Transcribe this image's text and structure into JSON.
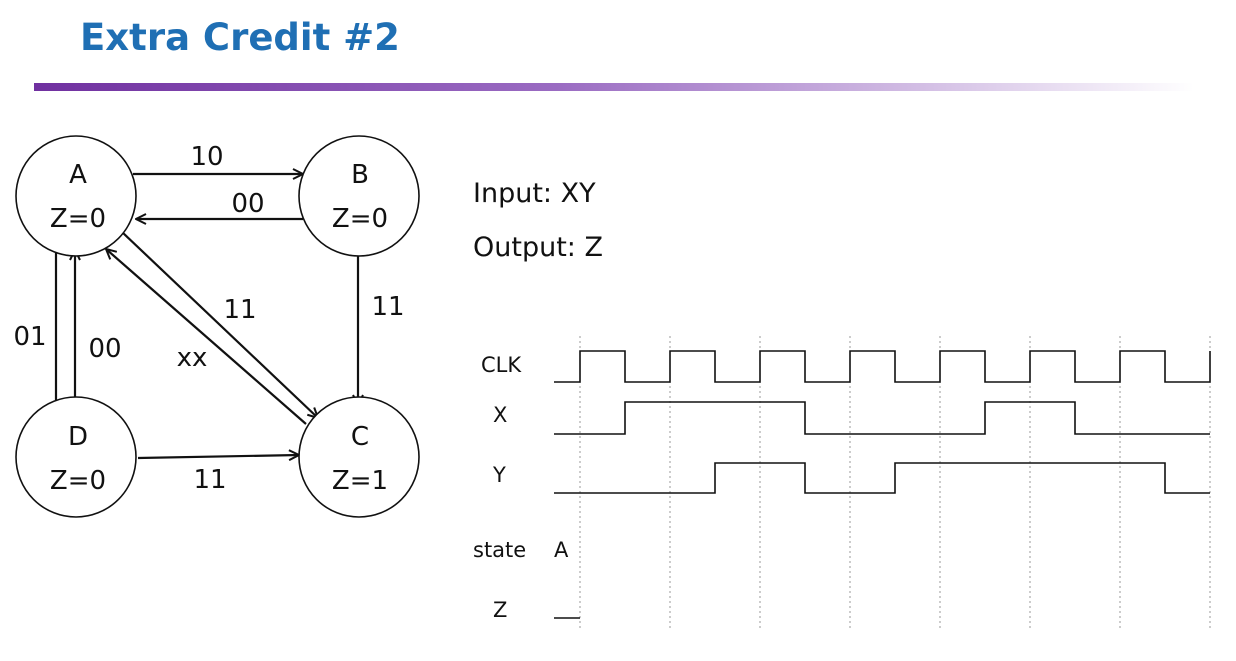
{
  "title": "Extra Credit #2",
  "io": {
    "input_label": "Input: XY",
    "output_label": "Output: Z"
  },
  "states": [
    {
      "id": "A",
      "name": "A",
      "output": "Z=0"
    },
    {
      "id": "B",
      "name": "B",
      "output": "Z=0"
    },
    {
      "id": "C",
      "name": "C",
      "output": "Z=1"
    },
    {
      "id": "D",
      "name": "D",
      "output": "Z=0"
    }
  ],
  "transitions": [
    {
      "from": "A",
      "to": "B",
      "label": "10"
    },
    {
      "from": "B",
      "to": "A",
      "label": "00"
    },
    {
      "from": "A",
      "to": "D",
      "label": "01"
    },
    {
      "from": "D",
      "to": "A",
      "label": "00"
    },
    {
      "from": "A",
      "to": "C",
      "label": "11"
    },
    {
      "from": "C",
      "to": "A",
      "label": "xx"
    },
    {
      "from": "B",
      "to": "C",
      "label": "11"
    },
    {
      "from": "D",
      "to": "C",
      "label": "11"
    }
  ],
  "timing": {
    "signals": [
      {
        "name": "CLK"
      },
      {
        "name": "X"
      },
      {
        "name": "Y"
      },
      {
        "name": "state",
        "initial_value": "A"
      },
      {
        "name": "Z"
      }
    ],
    "clock_cycles": 7
  },
  "colors": {
    "title": "#1f6fb4",
    "rule_start": "#7030a0",
    "ink": "#111111",
    "gridline": "#9a9a9a"
  }
}
